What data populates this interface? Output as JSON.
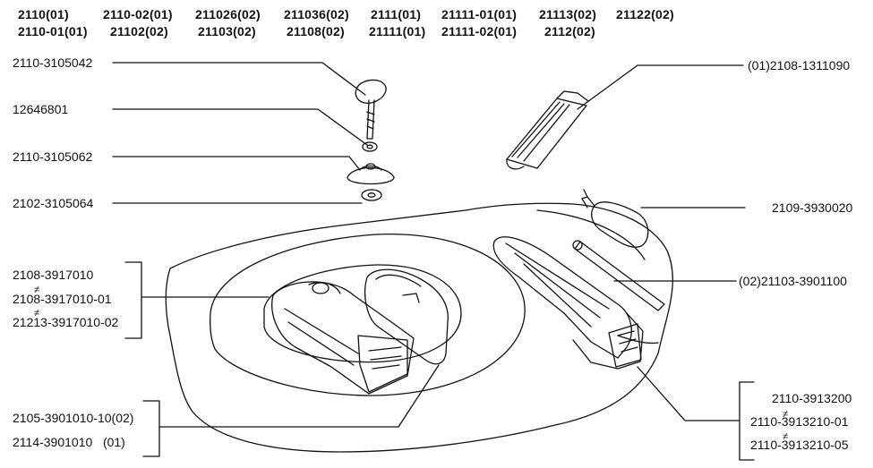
{
  "header": {
    "col1": [
      "2110(01)",
      "2110-01(01)"
    ],
    "col2": [
      "2110-02(01)",
      "21102(02)"
    ],
    "col3": [
      "211026(02)",
      "21103(02)"
    ],
    "col4": [
      "211036(02)",
      "21108(02)"
    ],
    "col5": [
      "2111(01)",
      "21111(01)"
    ],
    "col6": [
      "21111-01(01)",
      "21111-02(01)"
    ],
    "col7": [
      "21113(02)",
      "2112(02)"
    ],
    "col8": [
      "21122(02)"
    ]
  },
  "parts_left": {
    "bolt": "2110-3105042",
    "washer": "12646801",
    "clamp": "2110-3105062",
    "spacer": "2102-3105064"
  },
  "parts_right": {
    "strap": "(01)2108-1311090",
    "bottle": "2109-3930020",
    "handle": "(02)21103-3901100"
  },
  "pump_group": {
    "line1": "2108-3917010",
    "line2": "2108-3917010-01",
    "line3": "21213-3917010-02"
  },
  "bag_group": {
    "line1": "2105-3901010-10(02)",
    "line2": "2114-3901010   (01)"
  },
  "jack_group": {
    "line1": "2110-3913200",
    "line2": "2110-3913210-01",
    "line3": "2110-3913210-05"
  },
  "variant_mark": "≠"
}
